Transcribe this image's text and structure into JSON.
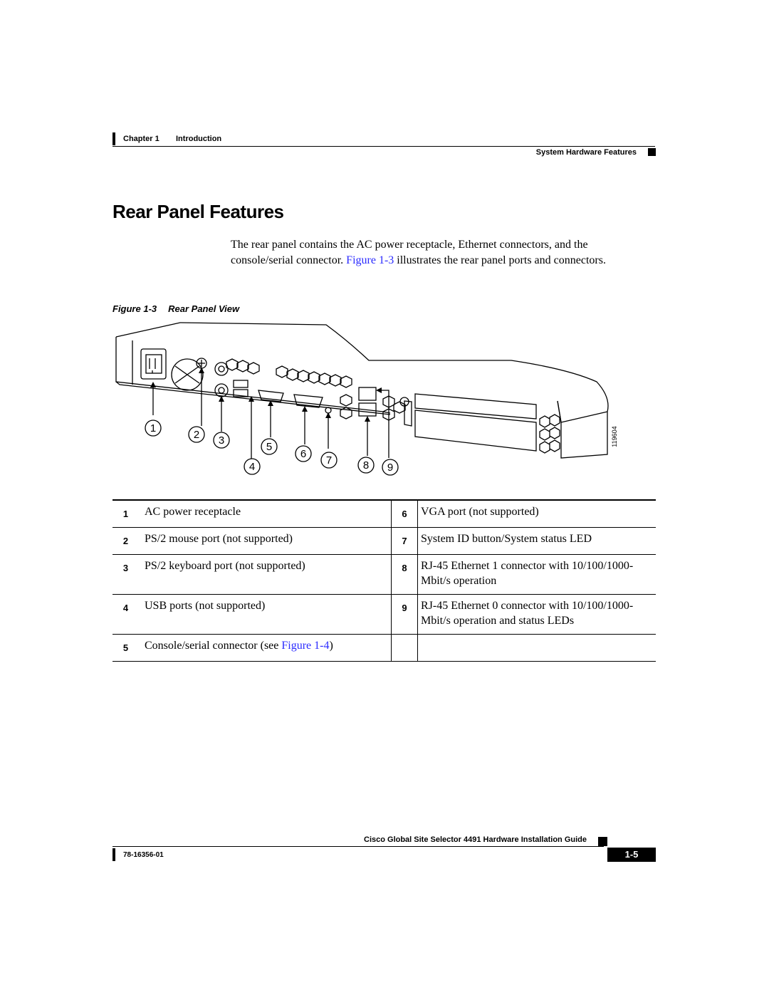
{
  "header": {
    "chapter": "Chapter 1",
    "chapter_title": "Introduction",
    "section": "System Hardware Features"
  },
  "page_title": "Rear Panel Features",
  "intro": {
    "text_before": "The rear panel contains the AC power receptacle, Ethernet connectors, and the console/serial connector. ",
    "link": "Figure 1-3",
    "text_after": " illustrates the rear panel ports and connectors."
  },
  "figure": {
    "label": "Figure 1-3",
    "caption": "Rear Panel View",
    "art_id": "119604",
    "callouts": [
      "1",
      "2",
      "3",
      "4",
      "5",
      "6",
      "7",
      "8",
      "9"
    ]
  },
  "legend": [
    {
      "n1": "1",
      "d1": "AC power receptacle",
      "n2": "6",
      "d2": "VGA port (not supported)"
    },
    {
      "n1": "2",
      "d1": "PS/2 mouse port (not supported)",
      "n2": "7",
      "d2": "System ID button/System status LED"
    },
    {
      "n1": "3",
      "d1": "PS/2 keyboard port (not supported)",
      "n2": "8",
      "d2": "RJ-45 Ethernet 1 connector with 10/100/1000-Mbit/s operation"
    },
    {
      "n1": "4",
      "d1": "USB ports (not supported)",
      "n2": "9",
      "d2": "RJ-45 Ethernet 0 connector with 10/100/1000-Mbit/s operation and status LEDs"
    },
    {
      "n1": "5",
      "d1_before": "Console/serial connector (see ",
      "d1_link": "Figure 1-4",
      "d1_after": ")",
      "n2": "",
      "d2": ""
    }
  ],
  "footer": {
    "guide_title": "Cisco Global Site Selector 4491 Hardware Installation Guide",
    "doc_number": "78-16356-01",
    "page_number": "1-5"
  }
}
